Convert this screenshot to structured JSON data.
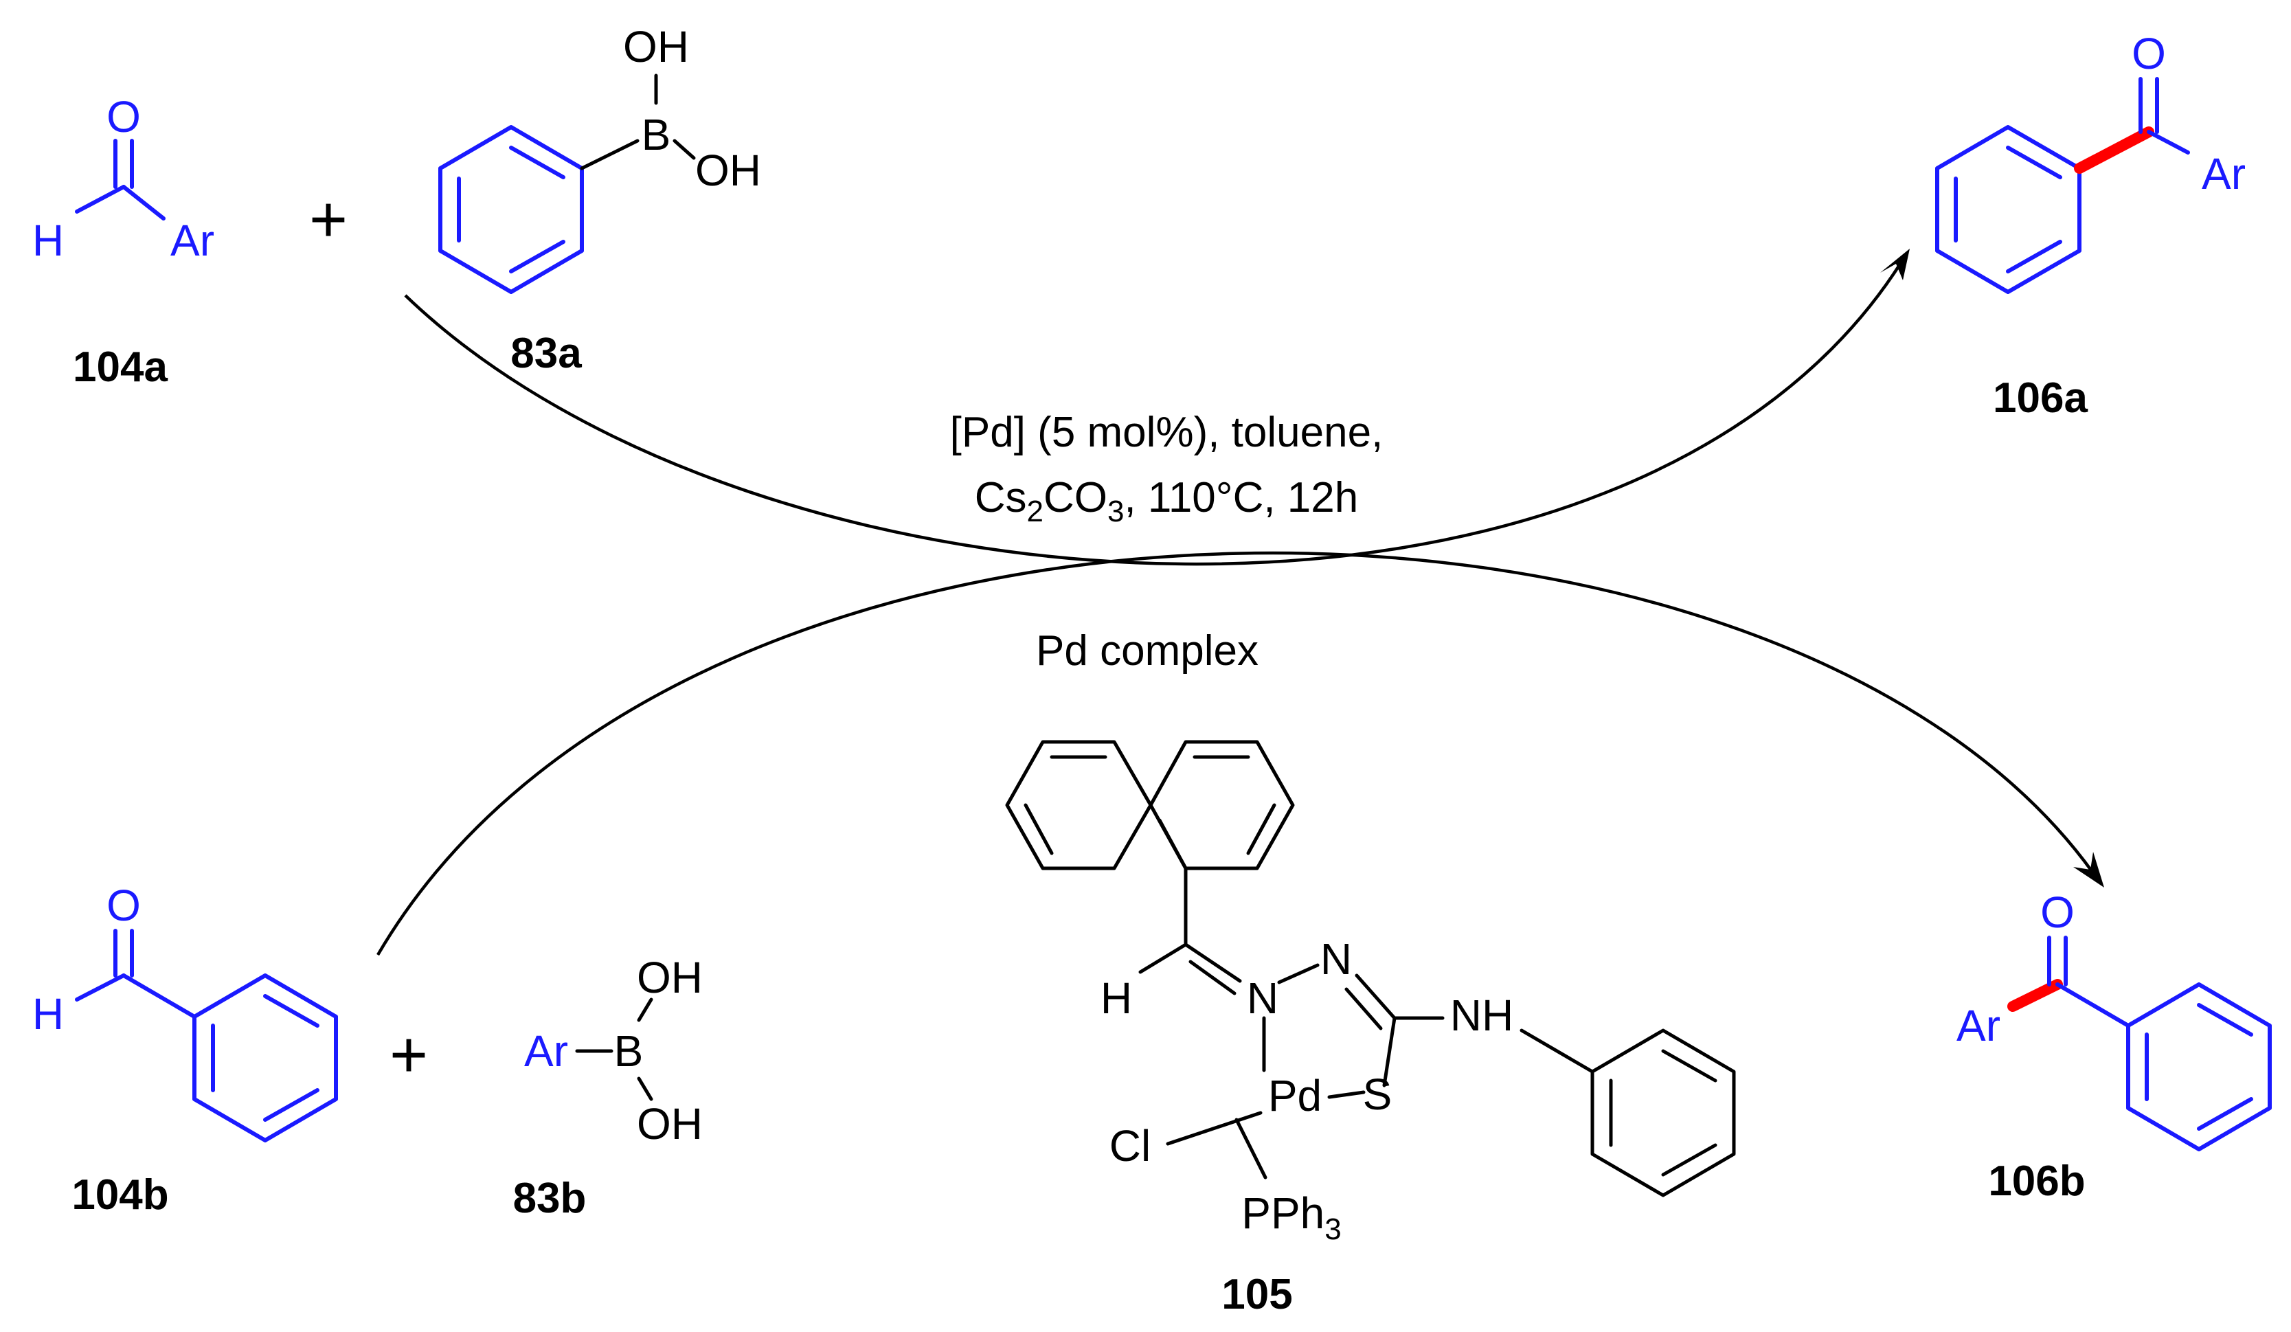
{
  "compounds": {
    "c104a": "104a",
    "c83a": "83a",
    "c106a": "106a",
    "c104b": "104b",
    "c83b": "83b",
    "c106b": "106b",
    "c105": "105"
  },
  "conditions": {
    "line1": "[Pd] (5 mol%), toluene,",
    "line2_cs": "Cs",
    "line2_sub2": "2",
    "line2_co": "CO",
    "line2_sub3": "3",
    "line2_rest": ", 110°C, 12h",
    "catalyst_label": "Pd complex"
  },
  "atoms": {
    "O": "O",
    "H": "H",
    "Ar": "Ar",
    "B": "B",
    "OH": "OH",
    "plus": "+",
    "N": "N",
    "NH": "NH",
    "S": "S",
    "Pd": "Pd",
    "Cl": "Cl",
    "PPh": "PPh",
    "sub3": "3"
  },
  "colors": {
    "reactant_blue": "#1a1aff",
    "new_bond_red": "#ff0000",
    "text_black": "#000000"
  }
}
